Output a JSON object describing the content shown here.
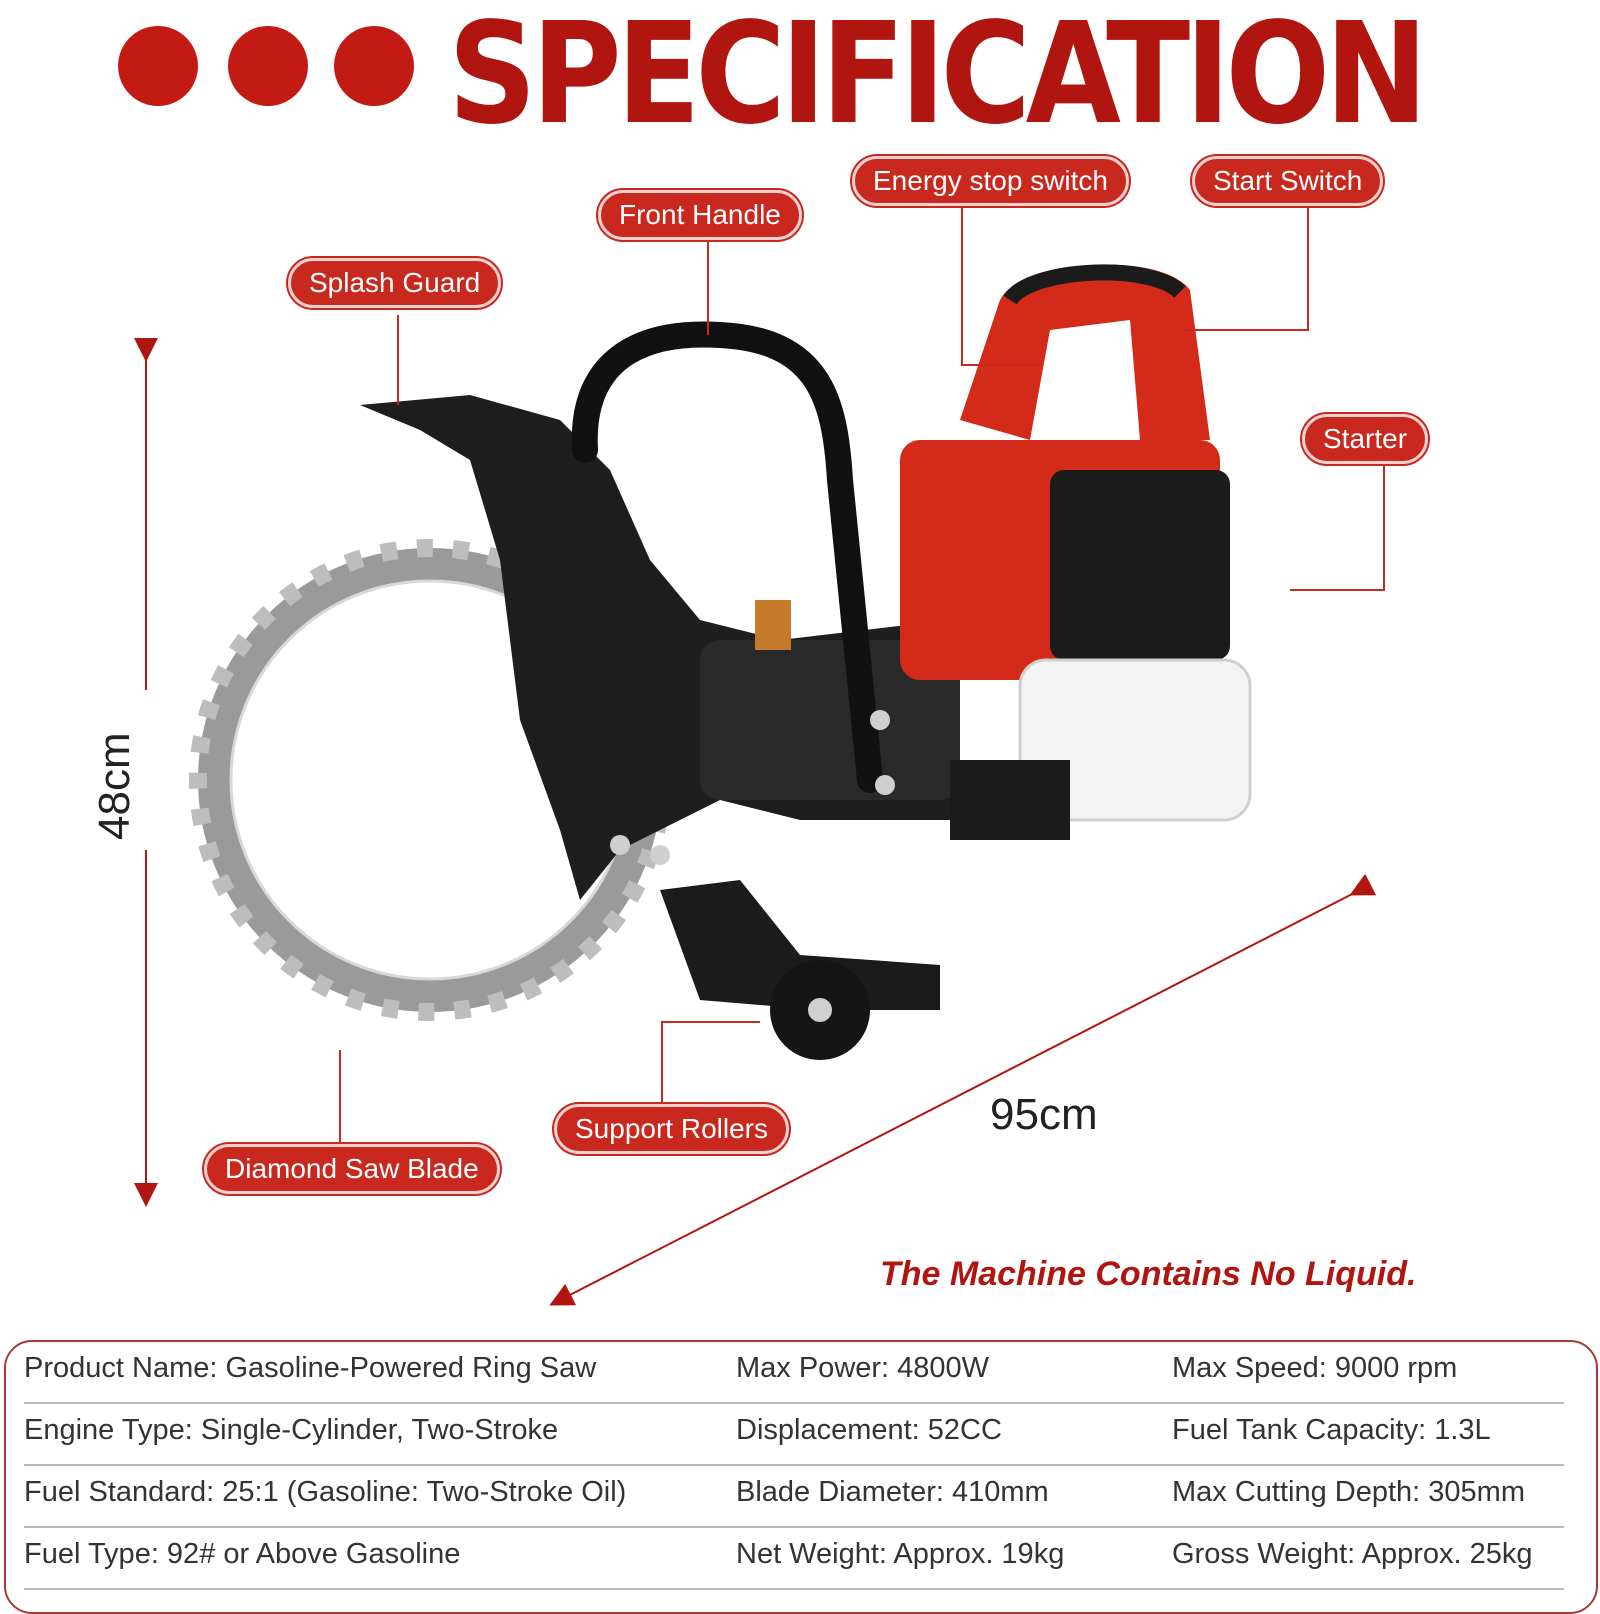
{
  "header": {
    "title": "SPECIFICATION"
  },
  "labels": {
    "energy_stop_switch": "Energy stop switch",
    "start_switch": "Start Switch",
    "front_handle": "Front Handle",
    "splash_guard": "Splash Guard",
    "starter": "Starter",
    "support_rollers": "Support Rollers",
    "diamond_saw_blade": "Diamond Saw Blade"
  },
  "dimensions": {
    "height": "48cm",
    "length": "95cm"
  },
  "note": "The Machine Contains No Liquid.",
  "specs": [
    [
      "Product Name: Gasoline-Powered Ring Saw",
      "Max Power: 4800W",
      "Max Speed: 9000 rpm"
    ],
    [
      "Engine Type: Single-Cylinder, Two-Stroke",
      "Displacement: 52CC",
      "Fuel Tank Capacity: 1.3L"
    ],
    [
      "Fuel Standard: 25:1 (Gasoline: Two-Stroke Oil)",
      "Blade Diameter: 410mm",
      "Max Cutting Depth: 305mm"
    ],
    [
      "Fuel Type: 92# or Above Gasoline",
      "Net Weight: Approx. 19kg",
      "Gross Weight: Approx. 25kg"
    ]
  ],
  "colors": {
    "brand_red": "#b0160f",
    "label_red": "#c8281d"
  }
}
